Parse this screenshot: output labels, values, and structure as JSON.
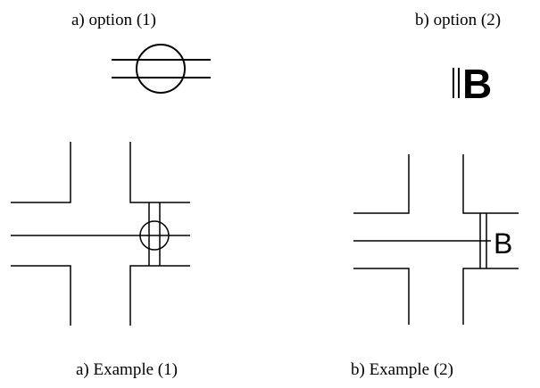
{
  "labels": {
    "option_a": "a)  option (1)",
    "option_b": "b)  option (2)",
    "example_a": "a) Example (1)",
    "example_b": "b) Example (2)"
  },
  "symbols": {
    "option_b_letter": "B",
    "example_b_letter": "B"
  },
  "colors": {
    "line": "#000000",
    "background": "#ffffff"
  }
}
